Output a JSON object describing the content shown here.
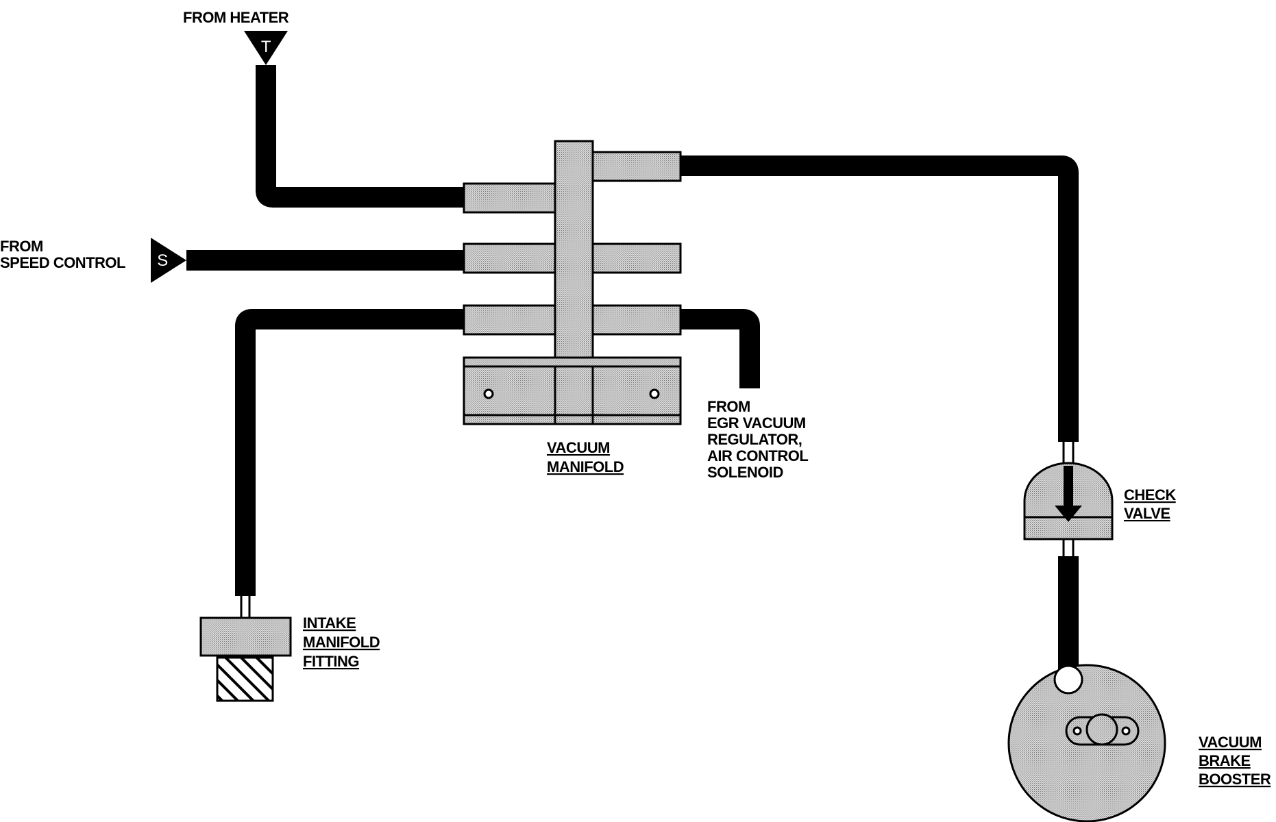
{
  "labels": {
    "from_heater": "FROM HEATER",
    "from_speed_control_1": "FROM",
    "from_speed_control_2": "SPEED CONTROL",
    "from_egr_1": "FROM",
    "from_egr_2": "EGR VACUUM",
    "from_egr_3": "REGULATOR,",
    "from_egr_4": "AIR CONTROL",
    "from_egr_5": "SOLENOID",
    "vacuum_manifold_1": "VACUUM",
    "vacuum_manifold_2": "MANIFOLD",
    "intake_fitting_1": "INTAKE",
    "intake_fitting_2": "MANIFOLD",
    "intake_fitting_3": "FITTING",
    "check_valve_1": "CHECK",
    "check_valve_2": "VALVE",
    "brake_booster_1": "VACUUM",
    "brake_booster_2": "BRAKE",
    "brake_booster_3": "BOOSTER"
  },
  "symbols": {
    "heater_tag": "T",
    "speed_control_tag": "S"
  },
  "colors": {
    "ink": "#000000",
    "fill": "#c8c8c8",
    "paper": "#ffffff"
  }
}
